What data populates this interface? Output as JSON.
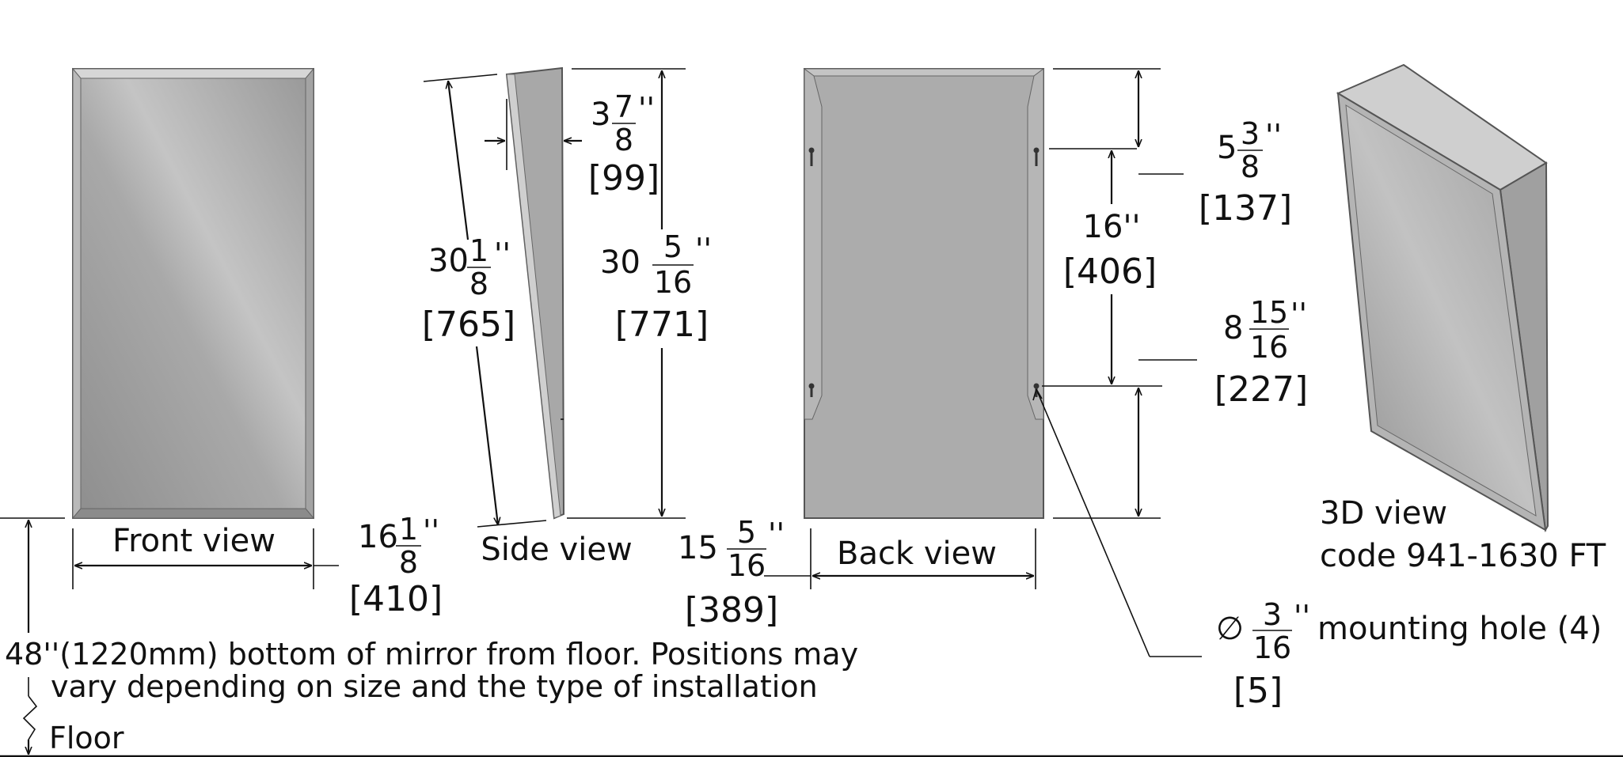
{
  "views": {
    "front": "Front view",
    "side": "Side view",
    "back": "Back view",
    "three_d": "3D view",
    "code": "code 941-1630 FT"
  },
  "dimensions": {
    "depth": {
      "whole": "3",
      "num": "7",
      "den": "8",
      "unit": "''",
      "mm": "[99]"
    },
    "slant_height": {
      "whole": "30",
      "num": "1",
      "den": "8",
      "unit": "''",
      "mm": "[765]"
    },
    "height": {
      "whole": "30",
      "num": "5",
      "den": "16",
      "unit": "''",
      "mm": "[771]"
    },
    "front_width": {
      "whole": "16",
      "num": "1",
      "den": "8",
      "unit": "''",
      "mm": "[410]"
    },
    "back_width": {
      "whole": "15",
      "num": "5",
      "den": "16",
      "unit": "''",
      "mm": "[389]"
    },
    "top_offset": {
      "whole": "5",
      "num": "3",
      "den": "8",
      "unit": "''",
      "mm": "[137]"
    },
    "hole_spacing": {
      "text": "16''",
      "mm": "[406]"
    },
    "bottom_offset": {
      "whole": "8",
      "num": "15",
      "den": "16",
      "unit": "''",
      "mm": "[227]"
    },
    "hole": {
      "symbol": "∅",
      "num": "3",
      "den": "16",
      "unit": "''",
      "label": "mounting hole (4)",
      "mm": "[5]"
    }
  },
  "notes": {
    "line1": "48''(1220mm) bottom of mirror from floor. Positions may",
    "line2": "vary depending on size and the type of installation",
    "floor": "Floor"
  }
}
